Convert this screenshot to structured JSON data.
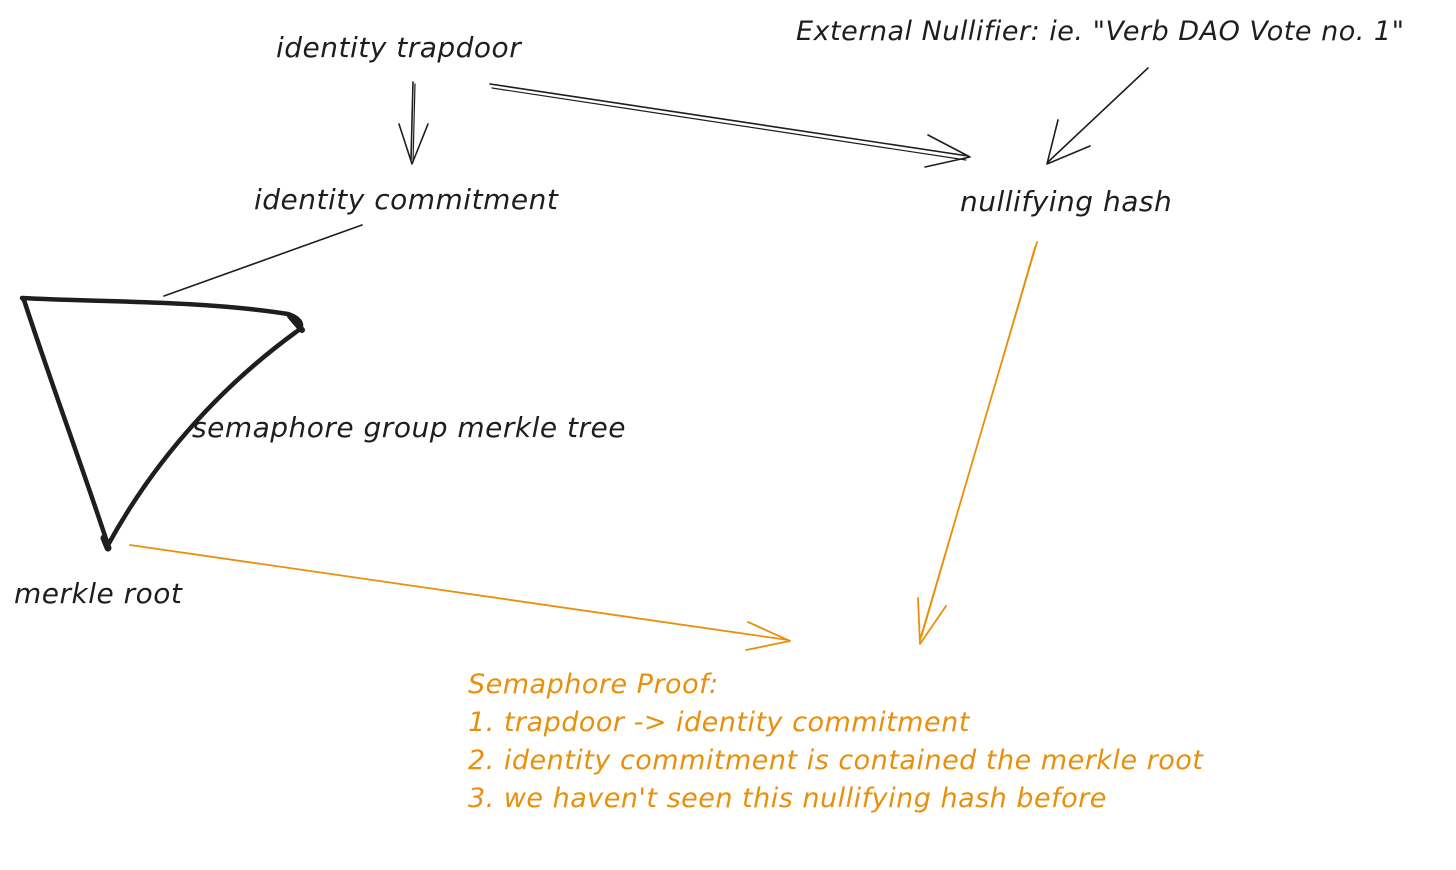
{
  "nodes": {
    "identity_trapdoor": "identity trapdoor",
    "external_nullifier": "External Nullifier: ie. \"Verb DAO Vote no. 1\"",
    "identity_commitment": "identity commitment",
    "nullifying_hash": "nullifying hash",
    "merkle_tree": "semaphore group merkle tree",
    "merkle_root": "merkle root"
  },
  "proof": {
    "title": "Semaphore Proof:",
    "items": [
      "1. trapdoor -> identity commitment",
      "2. identity commitment is contained the merkle root",
      "3. we haven't seen this nullifying hash before"
    ]
  },
  "colors": {
    "ink": "#1e1e1e",
    "accent": "#e8900c",
    "background": "#ffffff"
  }
}
